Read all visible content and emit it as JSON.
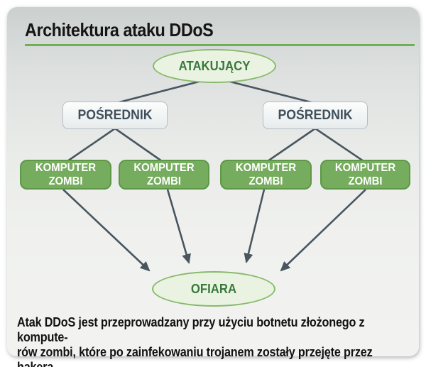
{
  "title": "Architektura ataku DDoS",
  "nodes": {
    "attacker": "ATAKUJĄCY",
    "intermediary_left": "POŚREDNIK",
    "intermediary_right": "POŚREDNIK",
    "zombies": [
      "KOMPUTER\nZOMBI",
      "KOMPUTER\nZOMBI",
      "KOMPUTER\nZOMBI",
      "KOMPUTER\nZOMBI"
    ],
    "victim": "OFIARA"
  },
  "caption": "Atak DDoS jest przeprowadzany przy użyciu botnetu złożonego z kompute-\nrów zombi, które po zainfekowaniu trojanem zostały przejęte przez hakera.",
  "colors": {
    "accent_green": "#6fb054",
    "zombie_fill": "#76ac5d",
    "zombie_border": "#5e9747",
    "ellipse_fill": "#eaf3e2",
    "ellipse_border": "#86ba6a",
    "ellipse_text": "#38793b",
    "intermediary_text": "#3f505c",
    "connector": "#49565f",
    "title_text": "#151515"
  }
}
